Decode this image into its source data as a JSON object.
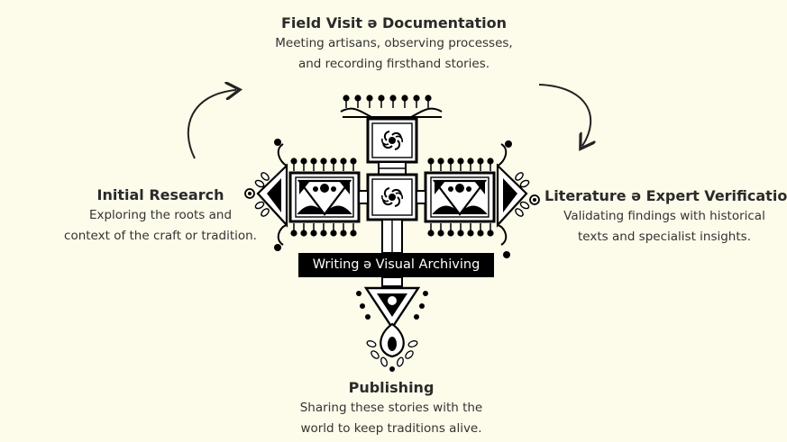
{
  "steps": {
    "field_visit": {
      "title": "Field Visit ə Documentation",
      "line1": "Meeting artisans, observing processes,",
      "line2": "and recording firsthand stories."
    },
    "initial_research": {
      "title": "Initial Research",
      "line1": "Exploring the roots and",
      "line2": "context of the craft or tradition."
    },
    "literature": {
      "title": "Literature ə Expert Verification",
      "line1": "Validating findings with historical",
      "line2": "texts and specialist insights."
    },
    "publishing": {
      "title": "Publishing",
      "line1": "Sharing these stories with the",
      "line2": "world to keep traditions alive."
    }
  },
  "center": {
    "label": "Writing ə Visual Archiving"
  },
  "colors": {
    "background": "#fdfbea",
    "ink": "#000000",
    "text": "#2a2a2a"
  },
  "icons": [
    "curved-arrow-icon",
    "curved-arrow-icon",
    "folk-art-motif-icon"
  ]
}
